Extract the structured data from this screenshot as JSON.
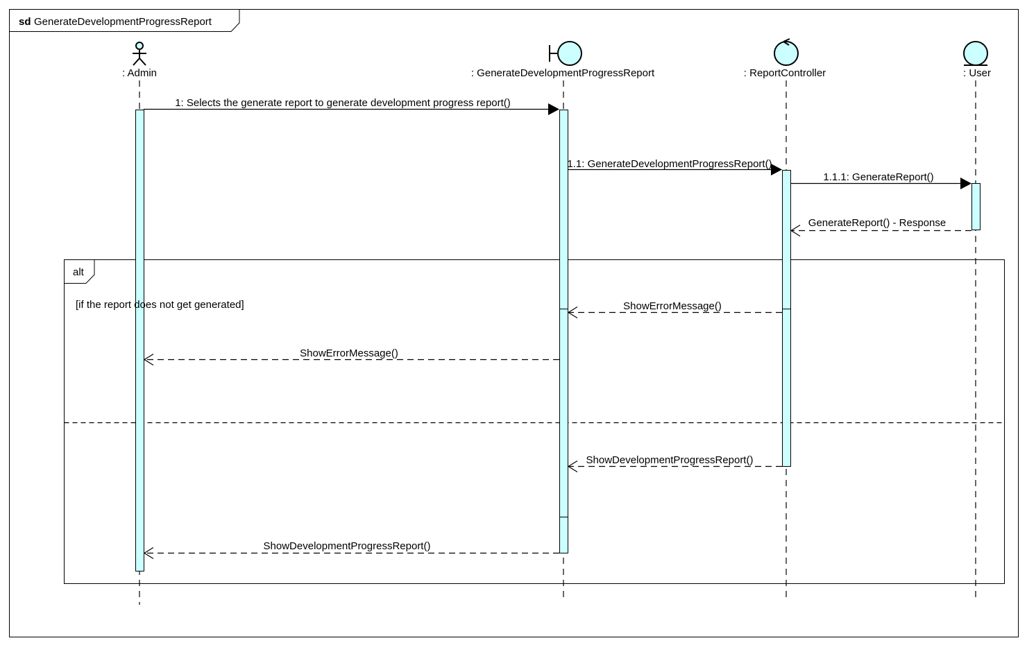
{
  "diagram": {
    "frame_keyword": "sd",
    "frame_name": "GenerateDevelopmentProgressReport"
  },
  "lifelines": [
    {
      "id": "admin",
      "kind": "actor",
      "label": ": Admin"
    },
    {
      "id": "boundary",
      "kind": "boundary",
      "label": ": GenerateDevelopmentProgressReport"
    },
    {
      "id": "controller",
      "kind": "control",
      "label": ": ReportController"
    },
    {
      "id": "user",
      "kind": "entity",
      "label": ": User"
    }
  ],
  "messages": [
    {
      "from": "admin",
      "to": "boundary",
      "type": "sync",
      "label": "1: Selects the generate report to generate development progress report()"
    },
    {
      "from": "boundary",
      "to": "controller",
      "type": "sync",
      "label": "1.1: GenerateDevelopmentProgressReport()"
    },
    {
      "from": "controller",
      "to": "user",
      "type": "sync",
      "label": "1.1.1: GenerateReport()"
    },
    {
      "from": "user",
      "to": "controller",
      "type": "return",
      "label": "GenerateReport() - Response"
    },
    {
      "from": "controller",
      "to": "boundary",
      "type": "return",
      "label": "ShowErrorMessage()"
    },
    {
      "from": "boundary",
      "to": "admin",
      "type": "return",
      "label": "ShowErrorMessage()"
    },
    {
      "from": "controller",
      "to": "boundary",
      "type": "return",
      "label": "ShowDevelopmentProgressReport()"
    },
    {
      "from": "boundary",
      "to": "admin",
      "type": "return",
      "label": "ShowDevelopmentProgressReport()"
    }
  ],
  "fragment": {
    "operator": "alt",
    "guard": "[if the report does not get generated]"
  },
  "colors": {
    "activation_fill": "#ccffff",
    "line": "#000000"
  }
}
